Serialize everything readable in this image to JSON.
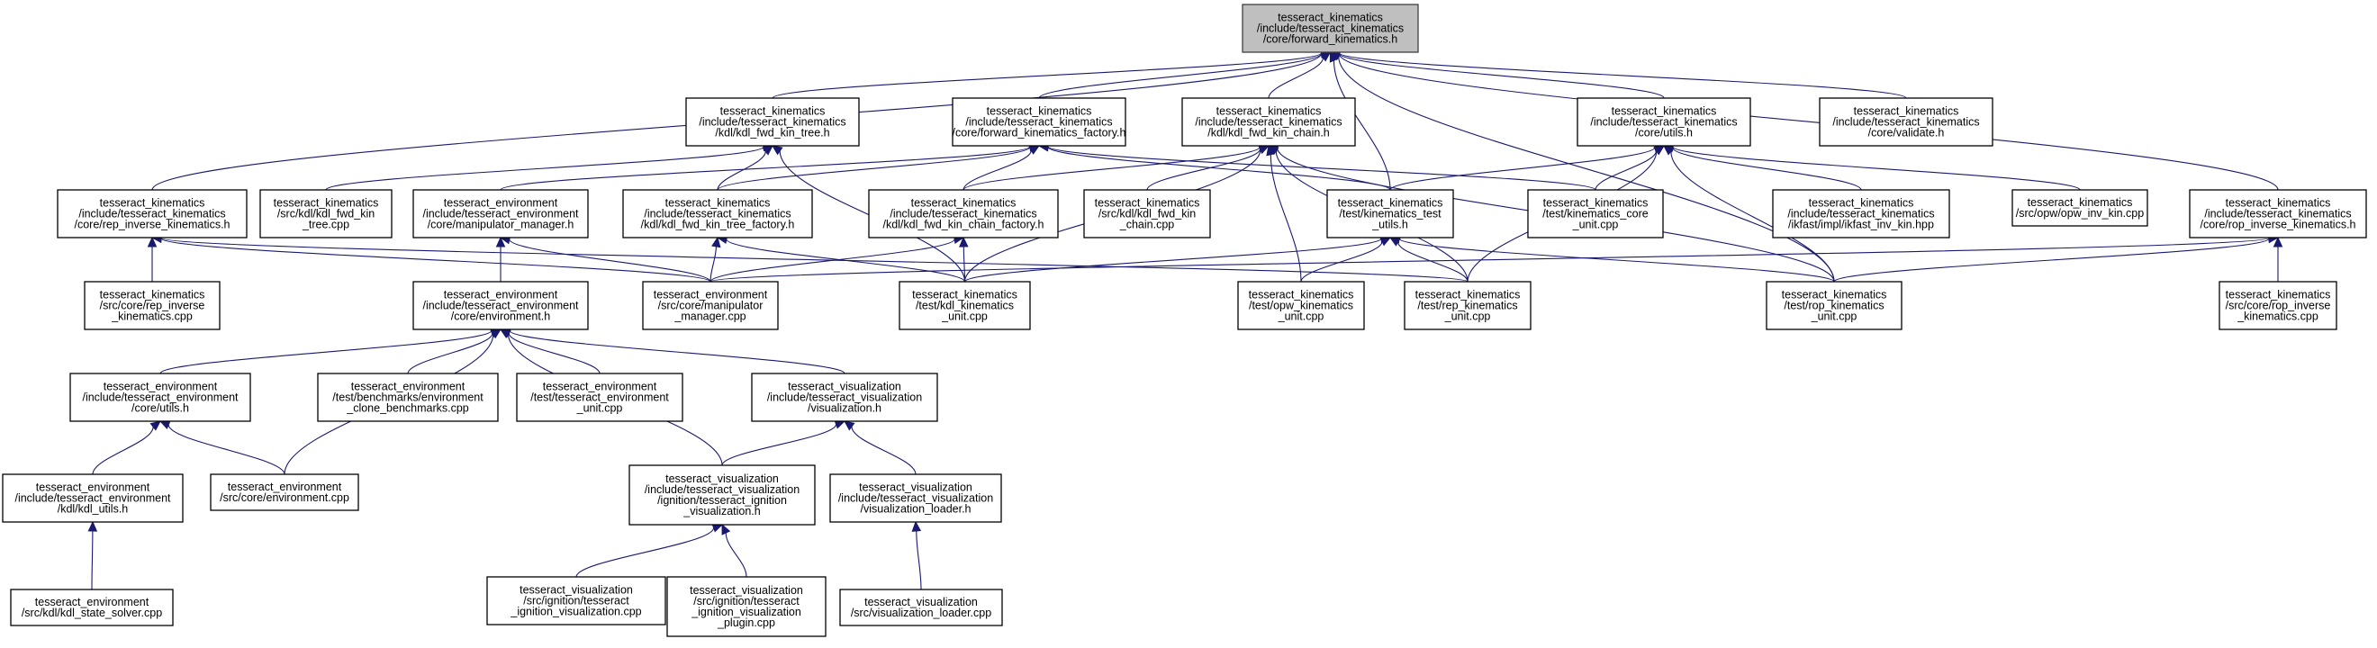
{
  "diagram": {
    "type": "include-dependency-graph",
    "colors": {
      "edge": "#191970",
      "root_fill": "#bfbfbf",
      "node_fill": "#ffffff",
      "border": "#000000"
    },
    "nodes": [
      {
        "id": "root",
        "lines": [
          "tesseract_kinematics",
          "/include/tesseract_kinematics",
          "/core/forward_kinematics.h"
        ],
        "root": true
      },
      {
        "id": "kdl_fwd_kin_tree_h",
        "lines": [
          "tesseract_kinematics",
          "/include/tesseract_kinematics",
          "/kdl/kdl_fwd_kin_tree.h"
        ]
      },
      {
        "id": "forward_kinematics_factory_h",
        "lines": [
          "tesseract_kinematics",
          "/include/tesseract_kinematics",
          "/core/forward_kinematics_factory.h"
        ]
      },
      {
        "id": "kdl_fwd_kin_chain_h",
        "lines": [
          "tesseract_kinematics",
          "/include/tesseract_kinematics",
          "/kdl/kdl_fwd_kin_chain.h"
        ]
      },
      {
        "id": "core_utils_h",
        "lines": [
          "tesseract_kinematics",
          "/include/tesseract_kinematics",
          "/core/utils.h"
        ]
      },
      {
        "id": "validate_h",
        "lines": [
          "tesseract_kinematics",
          "/include/tesseract_kinematics",
          "/core/validate.h"
        ]
      },
      {
        "id": "rep_inverse_kinematics_h",
        "lines": [
          "tesseract_kinematics",
          "/include/tesseract_kinematics",
          "/core/rep_inverse_kinematics.h"
        ]
      },
      {
        "id": "kdl_fwd_kin_tree_cpp",
        "lines": [
          "tesseract_kinematics",
          "/src/kdl/kdl_fwd_kin",
          "_tree.cpp"
        ]
      },
      {
        "id": "manipulator_manager_h",
        "lines": [
          "tesseract_environment",
          "/include/tesseract_environment",
          "/core/manipulator_manager.h"
        ]
      },
      {
        "id": "kdl_fwd_kin_tree_factory_h",
        "lines": [
          "tesseract_kinematics",
          "/include/tesseract_kinematics",
          "/kdl/kdl_fwd_kin_tree_factory.h"
        ]
      },
      {
        "id": "kdl_fwd_kin_chain_factory_h",
        "lines": [
          "tesseract_kinematics",
          "/include/tesseract_kinematics",
          "/kdl/kdl_fwd_kin_chain_factory.h"
        ]
      },
      {
        "id": "kdl_fwd_kin_chain_cpp",
        "lines": [
          "tesseract_kinematics",
          "/src/kdl/kdl_fwd_kin",
          "_chain.cpp"
        ]
      },
      {
        "id": "kinematics_test_utils_h",
        "lines": [
          "tesseract_kinematics",
          "/test/kinematics_test",
          "_utils.h"
        ]
      },
      {
        "id": "kinematics_core_unit_cpp",
        "lines": [
          "tesseract_kinematics",
          "/test/kinematics_core",
          "_unit.cpp"
        ]
      },
      {
        "id": "ikfast_inv_kin_hpp",
        "lines": [
          "tesseract_kinematics",
          "/include/tesseract_kinematics",
          "/ikfast/impl/ikfast_inv_kin.hpp"
        ]
      },
      {
        "id": "opw_inv_kin_cpp",
        "lines": [
          "tesseract_kinematics",
          "/src/opw/opw_inv_kin.cpp"
        ]
      },
      {
        "id": "rop_inverse_kinematics_h",
        "lines": [
          "tesseract_kinematics",
          "/include/tesseract_kinematics",
          "/core/rop_inverse_kinematics.h"
        ]
      },
      {
        "id": "rep_inverse_kinematics_cpp",
        "lines": [
          "tesseract_kinematics",
          "/src/core/rep_inverse",
          "_kinematics.cpp"
        ]
      },
      {
        "id": "environment_h",
        "lines": [
          "tesseract_environment",
          "/include/tesseract_environment",
          "/core/environment.h"
        ]
      },
      {
        "id": "manipulator_manager_cpp",
        "lines": [
          "tesseract_environment",
          "/src/core/manipulator",
          "_manager.cpp"
        ]
      },
      {
        "id": "kdl_kinematics_unit_cpp",
        "lines": [
          "tesseract_kinematics",
          "/test/kdl_kinematics",
          "_unit.cpp"
        ]
      },
      {
        "id": "opw_kinematics_unit_cpp",
        "lines": [
          "tesseract_kinematics",
          "/test/opw_kinematics",
          "_unit.cpp"
        ]
      },
      {
        "id": "rep_kinematics_unit_cpp",
        "lines": [
          "tesseract_kinematics",
          "/test/rep_kinematics",
          "_unit.cpp"
        ]
      },
      {
        "id": "rop_kinematics_unit_cpp",
        "lines": [
          "tesseract_kinematics",
          "/test/rop_kinematics",
          "_unit.cpp"
        ]
      },
      {
        "id": "rop_inverse_kinematics_cpp",
        "lines": [
          "tesseract_kinematics",
          "/src/core/rop_inverse",
          "_kinematics.cpp"
        ]
      },
      {
        "id": "env_core_utils_h",
        "lines": [
          "tesseract_environment",
          "/include/tesseract_environment",
          "/core/utils.h"
        ]
      },
      {
        "id": "environment_clone_benchmarks_cpp",
        "lines": [
          "tesseract_environment",
          "/test/benchmarks/environment",
          "_clone_benchmarks.cpp"
        ]
      },
      {
        "id": "tesseract_environment_unit_cpp",
        "lines": [
          "tesseract_environment",
          "/test/tesseract_environment",
          "_unit.cpp"
        ]
      },
      {
        "id": "visualization_h",
        "lines": [
          "tesseract_visualization",
          "/include/tesseract_visualization",
          "/visualization.h"
        ]
      },
      {
        "id": "kdl_utils_h",
        "lines": [
          "tesseract_environment",
          "/include/tesseract_environment",
          "/kdl/kdl_utils.h"
        ]
      },
      {
        "id": "environment_cpp",
        "lines": [
          "tesseract_environment",
          "/src/core/environment.cpp"
        ]
      },
      {
        "id": "tesseract_ignition_visualization_h",
        "lines": [
          "tesseract_visualization",
          "/include/tesseract_visualization",
          "/ignition/tesseract_ignition",
          "_visualization.h"
        ]
      },
      {
        "id": "visualization_loader_h",
        "lines": [
          "tesseract_visualization",
          "/include/tesseract_visualization",
          "/visualization_loader.h"
        ]
      },
      {
        "id": "kdl_state_solver_cpp",
        "lines": [
          "tesseract_environment",
          "/src/kdl/kdl_state_solver.cpp"
        ]
      },
      {
        "id": "tesseract_ignition_visualization_cpp",
        "lines": [
          "tesseract_visualization",
          "/src/ignition/tesseract",
          "_ignition_visualization.cpp"
        ]
      },
      {
        "id": "tesseract_ignition_visualization_plugin_cpp",
        "lines": [
          "tesseract_visualization",
          "/src/ignition/tesseract",
          "_ignition_visualization",
          "_plugin.cpp"
        ]
      },
      {
        "id": "visualization_loader_cpp",
        "lines": [
          "tesseract_visualization",
          "/src/visualization_loader.cpp"
        ]
      }
    ],
    "edges": [
      {
        "from": "root",
        "to": "rep_inverse_kinematics_h"
      },
      {
        "from": "root",
        "to": "kdl_fwd_kin_tree_h"
      },
      {
        "from": "root",
        "to": "forward_kinematics_factory_h"
      },
      {
        "from": "root",
        "to": "kdl_fwd_kin_chain_h"
      },
      {
        "from": "root",
        "to": "kinematics_test_utils_h"
      },
      {
        "from": "root",
        "to": "core_utils_h"
      },
      {
        "from": "root",
        "to": "validate_h"
      },
      {
        "from": "root",
        "to": "rop_inverse_kinematics_h"
      },
      {
        "from": "root",
        "to": "rop_kinematics_unit_cpp"
      },
      {
        "from": "kdl_fwd_kin_tree_h",
        "to": "kdl_fwd_kin_tree_cpp"
      },
      {
        "from": "kdl_fwd_kin_tree_h",
        "to": "kdl_fwd_kin_tree_factory_h"
      },
      {
        "from": "kdl_fwd_kin_tree_h",
        "to": "kdl_kinematics_unit_cpp"
      },
      {
        "from": "forward_kinematics_factory_h",
        "to": "manipulator_manager_h"
      },
      {
        "from": "forward_kinematics_factory_h",
        "to": "kdl_fwd_kin_tree_factory_h"
      },
      {
        "from": "forward_kinematics_factory_h",
        "to": "kdl_fwd_kin_chain_factory_h"
      },
      {
        "from": "forward_kinematics_factory_h",
        "to": "kinematics_test_utils_h"
      },
      {
        "from": "forward_kinematics_factory_h",
        "to": "kinematics_core_unit_cpp"
      },
      {
        "from": "kdl_fwd_kin_chain_h",
        "to": "kdl_fwd_kin_chain_factory_h"
      },
      {
        "from": "kdl_fwd_kin_chain_h",
        "to": "kdl_fwd_kin_chain_cpp"
      },
      {
        "from": "kdl_fwd_kin_chain_h",
        "to": "kdl_kinematics_unit_cpp"
      },
      {
        "from": "kdl_fwd_kin_chain_h",
        "to": "opw_kinematics_unit_cpp"
      },
      {
        "from": "kdl_fwd_kin_chain_h",
        "to": "rep_kinematics_unit_cpp"
      },
      {
        "from": "kdl_fwd_kin_chain_h",
        "to": "rop_kinematics_unit_cpp"
      },
      {
        "from": "core_utils_h",
        "to": "kinematics_test_utils_h"
      },
      {
        "from": "core_utils_h",
        "to": "kinematics_core_unit_cpp"
      },
      {
        "from": "core_utils_h",
        "to": "ikfast_inv_kin_hpp"
      },
      {
        "from": "core_utils_h",
        "to": "opw_inv_kin_cpp"
      },
      {
        "from": "core_utils_h",
        "to": "rep_kinematics_unit_cpp"
      },
      {
        "from": "core_utils_h",
        "to": "rop_kinematics_unit_cpp"
      },
      {
        "from": "rep_inverse_kinematics_h",
        "to": "rep_inverse_kinematics_cpp"
      },
      {
        "from": "rep_inverse_kinematics_h",
        "to": "manipulator_manager_cpp"
      },
      {
        "from": "rep_inverse_kinematics_h",
        "to": "rep_kinematics_unit_cpp"
      },
      {
        "from": "manipulator_manager_h",
        "to": "environment_h"
      },
      {
        "from": "manipulator_manager_h",
        "to": "manipulator_manager_cpp"
      },
      {
        "from": "kdl_fwd_kin_tree_factory_h",
        "to": "manipulator_manager_cpp"
      },
      {
        "from": "kdl_fwd_kin_tree_factory_h",
        "to": "kdl_kinematics_unit_cpp"
      },
      {
        "from": "kdl_fwd_kin_chain_factory_h",
        "to": "manipulator_manager_cpp"
      },
      {
        "from": "kdl_fwd_kin_chain_factory_h",
        "to": "kdl_kinematics_unit_cpp"
      },
      {
        "from": "kinematics_test_utils_h",
        "to": "kdl_kinematics_unit_cpp"
      },
      {
        "from": "kinematics_test_utils_h",
        "to": "opw_kinematics_unit_cpp"
      },
      {
        "from": "kinematics_test_utils_h",
        "to": "rep_kinematics_unit_cpp"
      },
      {
        "from": "kinematics_test_utils_h",
        "to": "rop_kinematics_unit_cpp"
      },
      {
        "from": "rop_inverse_kinematics_h",
        "to": "rop_inverse_kinematics_cpp"
      },
      {
        "from": "rop_inverse_kinematics_h",
        "to": "rop_kinematics_unit_cpp"
      },
      {
        "from": "rop_inverse_kinematics_h",
        "to": "manipulator_manager_cpp"
      },
      {
        "from": "environment_h",
        "to": "env_core_utils_h"
      },
      {
        "from": "environment_h",
        "to": "environment_clone_benchmarks_cpp"
      },
      {
        "from": "environment_h",
        "to": "tesseract_environment_unit_cpp"
      },
      {
        "from": "environment_h",
        "to": "visualization_h"
      },
      {
        "from": "environment_h",
        "to": "environment_cpp"
      },
      {
        "from": "environment_h",
        "to": "tesseract_ignition_visualization_h"
      },
      {
        "from": "env_core_utils_h",
        "to": "kdl_utils_h"
      },
      {
        "from": "env_core_utils_h",
        "to": "environment_cpp"
      },
      {
        "from": "kdl_utils_h",
        "to": "kdl_state_solver_cpp"
      },
      {
        "from": "visualization_h",
        "to": "tesseract_ignition_visualization_h"
      },
      {
        "from": "visualization_h",
        "to": "visualization_loader_h"
      },
      {
        "from": "tesseract_ignition_visualization_h",
        "to": "tesseract_ignition_visualization_cpp"
      },
      {
        "from": "tesseract_ignition_visualization_h",
        "to": "tesseract_ignition_visualization_plugin_cpp"
      },
      {
        "from": "visualization_loader_h",
        "to": "visualization_loader_cpp"
      }
    ]
  }
}
